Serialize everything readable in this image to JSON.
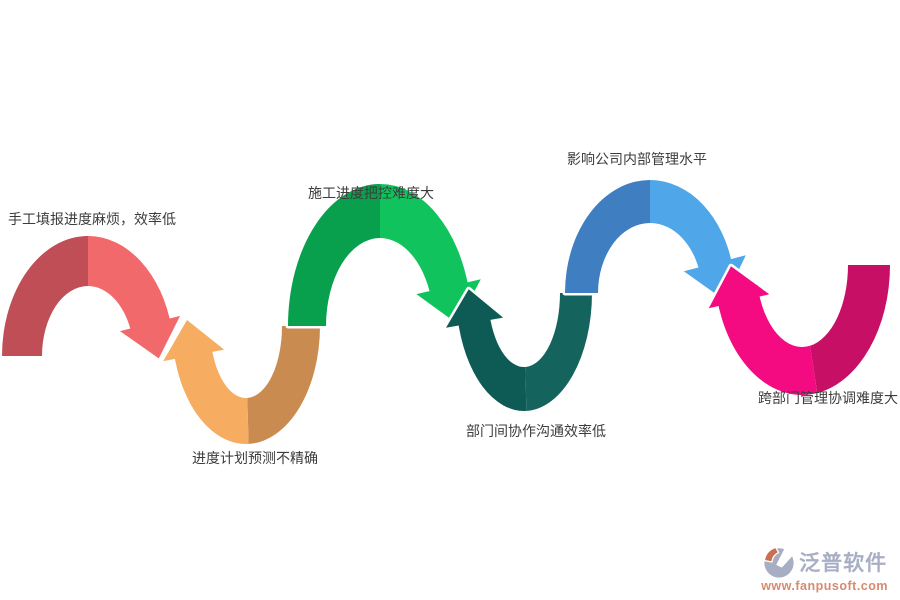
{
  "canvas": {
    "background_color": "#ffffff",
    "separator_color": "#ffffff",
    "label_color": "#3c3c3c"
  },
  "arcs": [
    {
      "id": "manual-progress-reporting",
      "label": "手工填报进度麻烦，效率低",
      "shape": "arch-with-down-arrow",
      "color_back": "#c04e56",
      "color_front": "#f1696b"
    },
    {
      "id": "schedule-forecast-inaccurate",
      "label": "进度计划预测不精确",
      "shape": "valley-with-up-arrow",
      "color_back": "#c98b50",
      "color_front": "#f6ad61"
    },
    {
      "id": "construction-progress-control",
      "label": "施工进度把控难度大",
      "shape": "arch-with-down-arrow",
      "color_back": "#09a04d",
      "color_front": "#10c35d"
    },
    {
      "id": "interdepartment-communication",
      "label": "部门间协作沟通效率低",
      "shape": "valley-with-up-arrow",
      "color_back": "#14635d",
      "color_front": "#0e5b55"
    },
    {
      "id": "company-internal-management",
      "label": "影响公司内部管理水平",
      "shape": "arch-with-down-arrow",
      "color_back": "#3f7ec1",
      "color_front": "#4fa6e9"
    },
    {
      "id": "cross-department-coordination",
      "label": "跨部门管理协调难度大",
      "shape": "valley-with-up-arrow",
      "color_back": "#c80f66",
      "color_front": "#f40b82"
    }
  ],
  "brand": {
    "name": "泛普软件",
    "url": "www.fanpusoft.com",
    "name_color": "#a8afc4",
    "url_color": "#d9896e",
    "icon_gray": "#a7aec3",
    "icon_orange": "#c96f52"
  }
}
